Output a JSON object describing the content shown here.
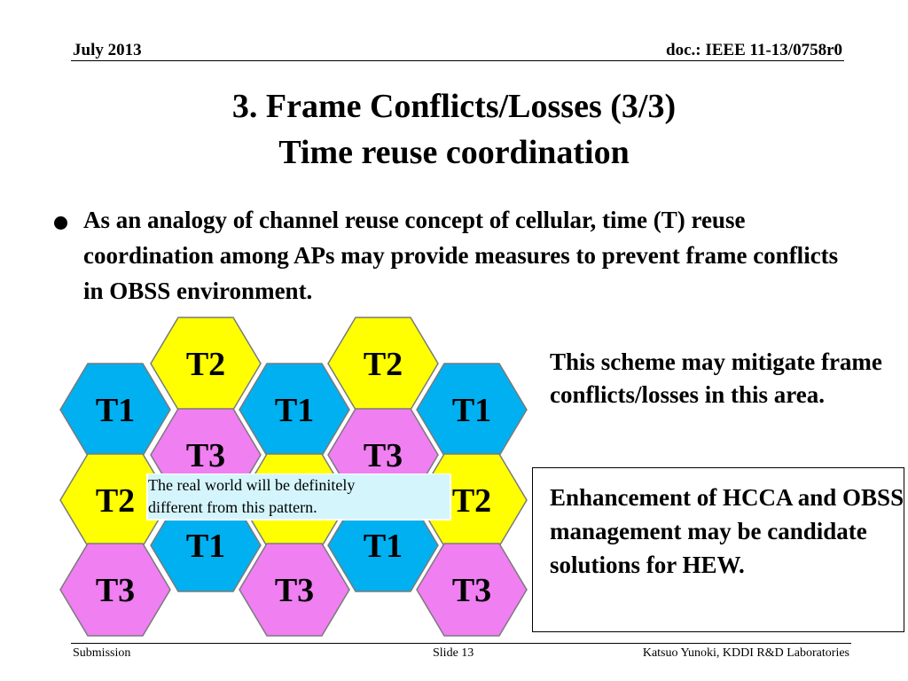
{
  "header": {
    "date": "July 2013",
    "doc": "doc.: IEEE 11-13/0758r0"
  },
  "title": {
    "line1": "3. Frame Conflicts/Losses (3/3)",
    "line2": "Time reuse coordination"
  },
  "bullet": "As an analogy of channel reuse concept of cellular, time (T) reuse coordination among APs may provide measures to prevent frame conflicts in OBSS environment.",
  "hex_grid": {
    "colors": {
      "T1": "#00b0f0",
      "T2": "#ffff00",
      "T3": "#f07ff2"
    },
    "cells": [
      {
        "label": "T2"
      },
      {
        "label": "T2"
      },
      {
        "label": "T1"
      },
      {
        "label": "T1"
      },
      {
        "label": "T1"
      },
      {
        "label": "T3"
      },
      {
        "label": "T3"
      },
      {
        "label": "T2"
      },
      {
        "label": "T2"
      },
      {
        "label": "T2"
      },
      {
        "label": "T1"
      },
      {
        "label": "T1"
      },
      {
        "label": "T3"
      },
      {
        "label": "T3"
      },
      {
        "label": "T3"
      }
    ]
  },
  "note": {
    "line1": "The real world will be definitely",
    "line2": "different from this pattern."
  },
  "side_text": "This scheme may mitigate frame conflicts/losses in this area.",
  "side_box_text": "Enhancement of HCCA and OBSS management may be candidate solutions for HEW.",
  "footer": {
    "left": "Submission",
    "center": "Slide 13",
    "right": "Katsuo Yunoki, KDDI R&D Laboratories"
  }
}
